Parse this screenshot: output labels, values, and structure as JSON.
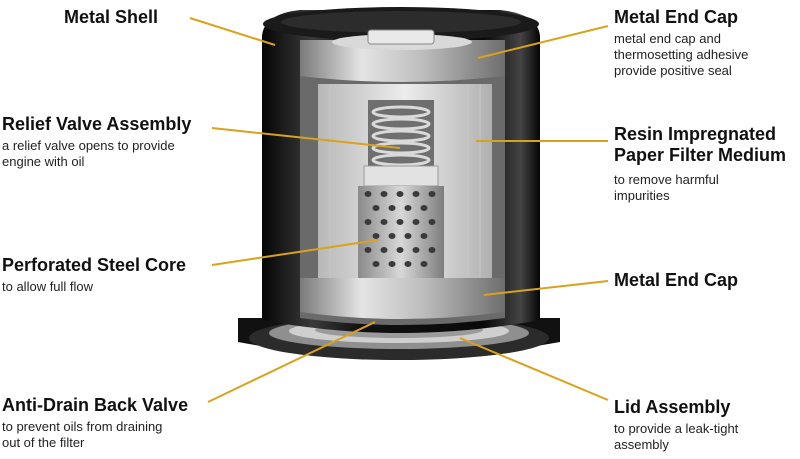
{
  "labels": {
    "metal_shell": {
      "title": "Metal Shell"
    },
    "metal_end_cap_top": {
      "title": "Metal End Cap",
      "desc": [
        "metal end cap and",
        "thermosetting adhesive",
        "provide positive seal"
      ]
    },
    "relief_valve": {
      "title": "Relief Valve Assembly",
      "desc": [
        "a relief valve opens to provide",
        "engine with oil"
      ]
    },
    "filter_medium": {
      "title": [
        "Resin Impregnated",
        "Paper Filter Medium"
      ],
      "desc": [
        "to remove harmful",
        "impurities"
      ]
    },
    "steel_core": {
      "title": "Perforated Steel Core",
      "desc": [
        "to allow full flow"
      ]
    },
    "metal_end_cap_bottom": {
      "title": "Metal End Cap"
    },
    "anti_drain": {
      "title": "Anti-Drain Back Valve",
      "desc": [
        "to prevent oils from draining",
        "out of the filter"
      ]
    },
    "lid_assembly": {
      "title": "Lid Assembly",
      "desc": [
        "to provide a leak-tight",
        "assembly"
      ]
    }
  },
  "colors": {
    "leader": "#D9A21B",
    "shell": "#0d0d0d",
    "metal": "#b9b9b9",
    "paper": "#d6d6d6"
  }
}
